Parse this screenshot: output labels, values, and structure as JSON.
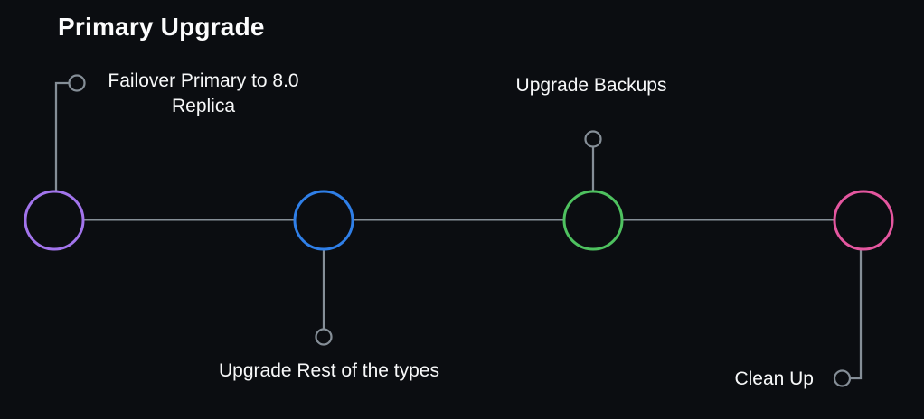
{
  "title": "Primary Upgrade",
  "theme": {
    "background_color": "#0b0d11",
    "text_color": "#f7f8f9",
    "connector_color": "#858e97"
  },
  "timeline": {
    "node_count": 4,
    "milestones": [
      {
        "label": "Failover Primary to 8.0 Replica",
        "node_color": "#a274ec",
        "label_position": "top-left"
      },
      {
        "label": "Upgrade Rest of the types",
        "node_color": "#2f7fe8",
        "label_position": "bottom"
      },
      {
        "label": "Upgrade Backups",
        "node_color": "#4ec15f",
        "label_position": "top"
      },
      {
        "label": "Clean Up",
        "node_color": "#e4569f",
        "label_position": "bottom-right"
      }
    ]
  }
}
